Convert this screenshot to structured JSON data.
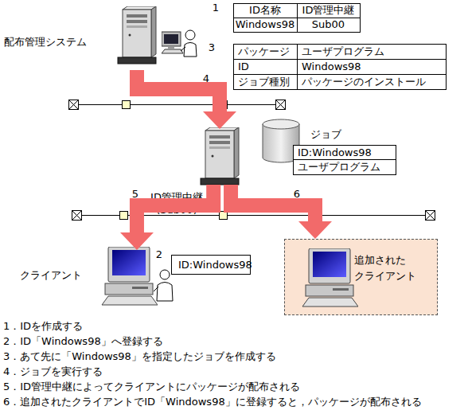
{
  "diagram": {
    "nodes": [
      {
        "text": [
          "配布管理システム"
        ]
      },
      {
        "text": [
          "ID管理中継 (Sub00)"
        ]
      },
      {
        "text": [
          "ID:Windows98",
          "ユーザプログラム"
        ]
      },
      {
        "text": [
          "クライアント"
        ]
      },
      {
        "text": [
          "ID:Windows98"
        ]
      },
      {
        "text": [
          "追加された クライアント"
        ]
      }
    ],
    "edges": [
      {
        "from": 0,
        "to": 1,
        "label": "4",
        "arrow": "to"
      },
      {
        "from": 1,
        "to": 3,
        "label": "5",
        "arrow": "to"
      },
      {
        "from": 1,
        "to": 5,
        "label": "6",
        "arrow": "to"
      }
    ],
    "labels": [
      "1",
      "ID名称",
      "ID管理中継",
      "Windows98",
      "Sub00",
      "パッケージ",
      "ユーザプログラム",
      "ID",
      "Windows98",
      "ジョブ種別",
      "パッケージのインストール",
      "3",
      "ジョブ",
      "2",
      "1．IDを作成する",
      "2．ID「Windows98」へ登録する",
      "3．あて先に「Windows98」を指定したジョブを作成する",
      "4．ジョブを実行する",
      "5．ID管理中継によってクライアントにパッケージが配布される",
      "6．追加されたクライアントでID「Windows98」に登録すると，パッケージが配布される"
    ]
  }
}
